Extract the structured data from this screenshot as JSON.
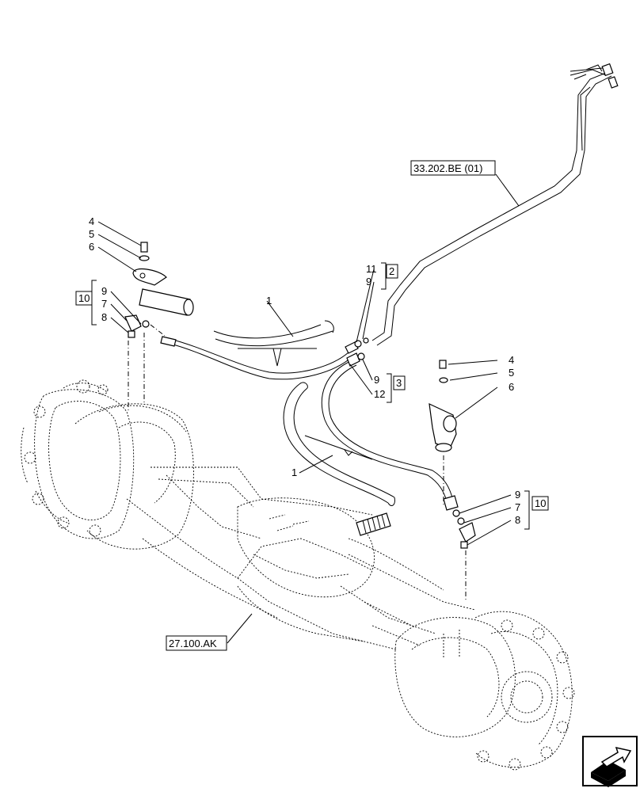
{
  "callouts": {
    "c4a": "4",
    "c5a": "5",
    "c6a": "6",
    "c9a": "9",
    "c7a": "7",
    "c8a": "8",
    "c10a": "10",
    "c11": "11",
    "c9b": "9",
    "c2": "2",
    "c1a": "1",
    "c1b": "1",
    "c9c": "9",
    "c12": "12",
    "c3": "3",
    "c4b": "4",
    "c5b": "5",
    "c6b": "6",
    "c9d": "9",
    "c7b": "7",
    "c8b": "8",
    "c10b": "10"
  },
  "references": {
    "ref_top": "33.202.BE (01)",
    "ref_axle": "27.100.AK"
  },
  "nav_icon": "next-page-arrow-icon"
}
